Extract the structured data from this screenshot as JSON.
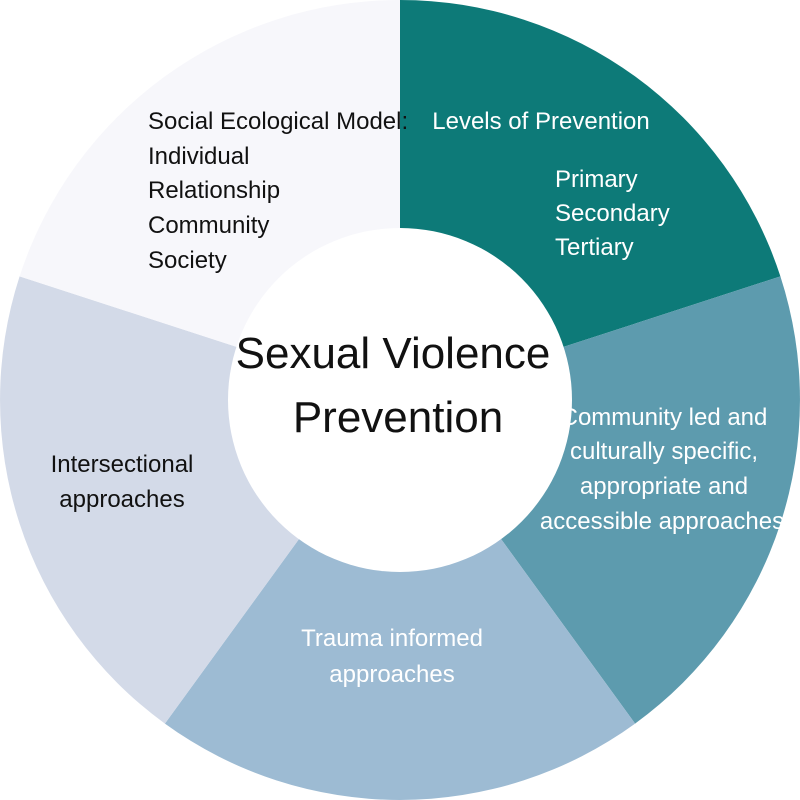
{
  "center": {
    "lines": [
      "Sexual Violence",
      "Prevention"
    ]
  },
  "segments": [
    {
      "id": "levels",
      "color": "#0d7a78",
      "text_color": "#ffffff",
      "title": "Levels of Prevention",
      "items": [
        "Primary",
        "Secondary",
        "Tertiary"
      ]
    },
    {
      "id": "community",
      "color": "#5d9bae",
      "text_color": "#ffffff",
      "title": "",
      "items": [
        "Community led and",
        "culturally specific,",
        "appropriate and",
        "accessible approaches"
      ]
    },
    {
      "id": "trauma",
      "color": "#9dbbd3",
      "text_color": "#ffffff",
      "title": "",
      "items": [
        "Trauma informed",
        "approaches"
      ]
    },
    {
      "id": "intersectional",
      "color": "#d3dae8",
      "text_color": "#111111",
      "title": "",
      "items": [
        "Intersectional",
        "approaches"
      ]
    },
    {
      "id": "social-ecological",
      "color": "#f7f7fb",
      "text_color": "#111111",
      "title": "Social Ecological Model:",
      "items": [
        "Individual",
        "Relationship",
        "Community",
        "Society"
      ]
    }
  ]
}
